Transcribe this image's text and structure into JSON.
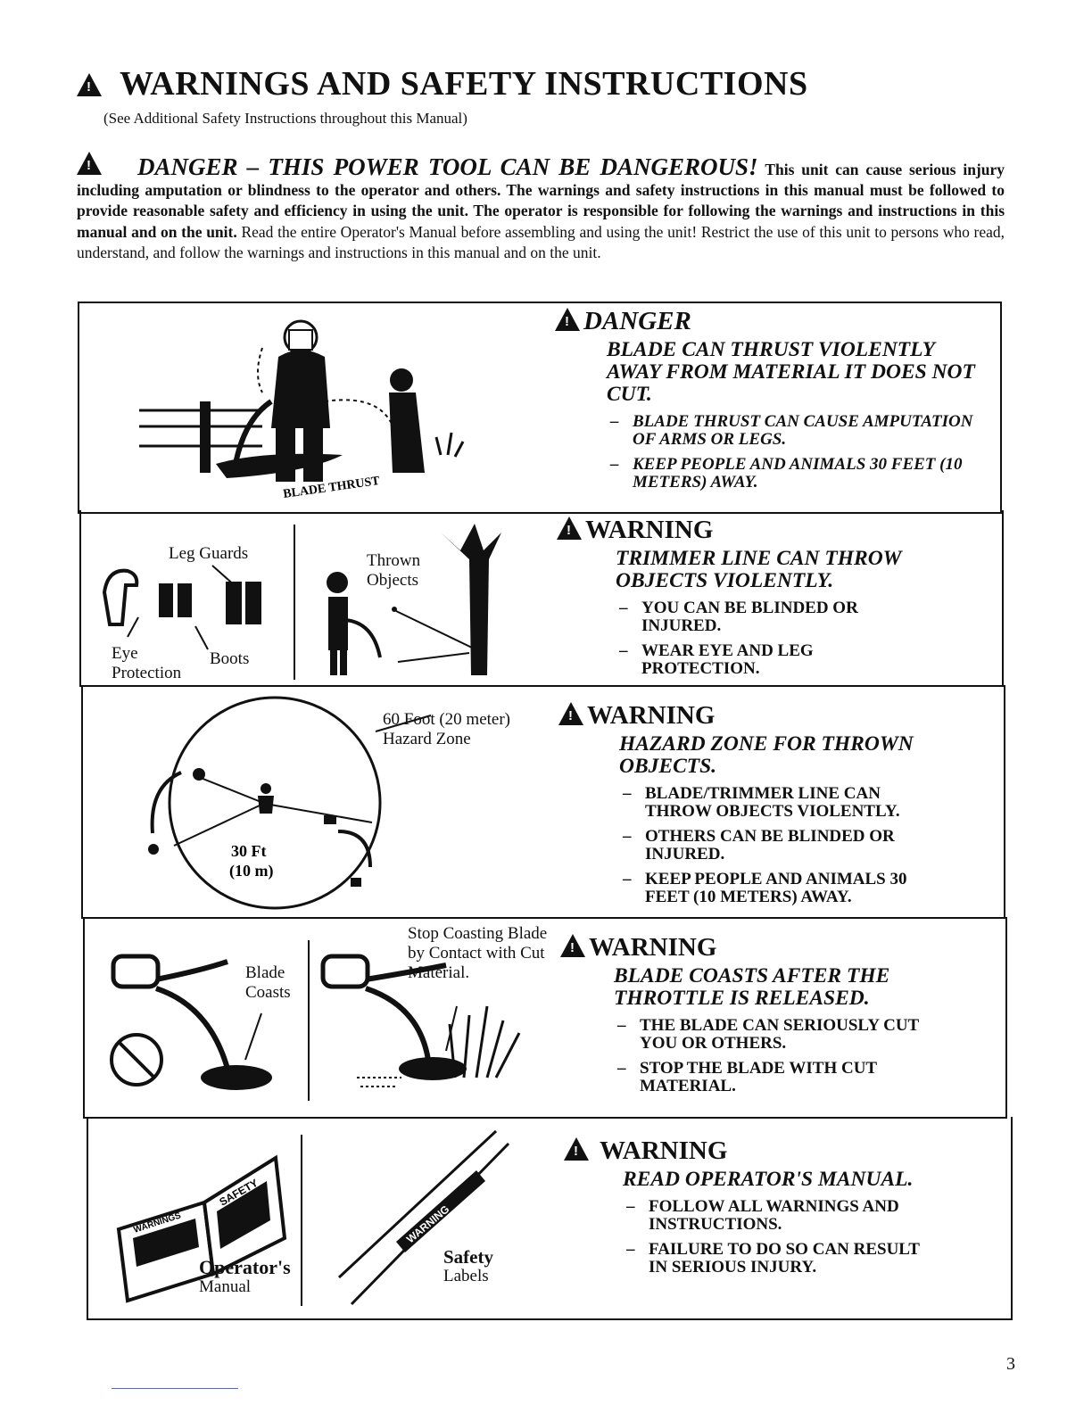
{
  "header": {
    "title": "WARNINGS AND SAFETY INSTRUCTIONS",
    "subtitle": "(See Additional Safety Instructions throughout this Manual)"
  },
  "intro": {
    "danger_heading": "DANGER – THIS POWER TOOL CAN BE DANGEROUS!",
    "bold_text": "This unit can cause serious injury including amputation or blindness to the operator and others. The warnings and safety instructions in this manual must be followed to provide reasonable safety and efficiency in using the unit. The operator is responsible for following the warnings and instructions in this manual and on the unit.",
    "normal_text": "Read the entire Operator's Manual before assembling and using the unit! Restrict the use of this unit to persons who read, understand, and follow the warnings and instructions in this manual and on the unit."
  },
  "panels": [
    {
      "heading": "DANGER",
      "subheading": "BLADE CAN THRUST VIOLENTLY AWAY FROM MATERIAL IT DOES NOT CUT.",
      "bullets": [
        "BLADE THRUST CAN CAUSE AMPUTATION OF ARMS OR LEGS.",
        "KEEP PEOPLE AND ANIMALS 30 FEET (10 METERS) AWAY."
      ],
      "labels": {
        "blade_thrust": "BLADE THRUST"
      }
    },
    {
      "heading": "WARNING",
      "subheading": "TRIMMER LINE CAN THROW OBJECTS VIOLENTLY.",
      "bullets": [
        "YOU CAN BE BLINDED OR INJURED.",
        "WEAR EYE AND LEG PROTECTION."
      ],
      "labels": {
        "leg_guards": "Leg Guards",
        "eye_protection": "Eye Protection",
        "boots": "Boots",
        "thrown_objects": "Thrown Objects"
      }
    },
    {
      "heading": "WARNING",
      "subheading": "HAZARD ZONE FOR THROWN OBJECTS.",
      "bullets": [
        "BLADE/TRIMMER LINE CAN THROW OBJECTS VIOLENTLY.",
        "OTHERS CAN BE BLINDED OR INJURED.",
        "KEEP PEOPLE AND ANIMALS 30 FEET (10 METERS) AWAY."
      ],
      "labels": {
        "hazard_zone": "60 Foot (20 meter) Hazard Zone",
        "radius_ft": "30 Ft",
        "radius_m": "(10 m)"
      }
    },
    {
      "heading": "WARNING",
      "subheading": "BLADE COASTS AFTER THE THROTTLE IS RELEASED.",
      "bullets": [
        "THE BLADE CAN SERIOUSLY CUT YOU OR OTHERS.",
        "STOP THE BLADE WITH CUT MATERIAL."
      ],
      "labels": {
        "blade_coasts": "Blade Coasts",
        "stop_coasting": "Stop Coasting Blade by Contact with Cut Material."
      }
    },
    {
      "heading": "WARNING",
      "subheading": "READ OPERATOR'S MANUAL.",
      "bullets": [
        "FOLLOW ALL WARNINGS AND INSTRUCTIONS.",
        "FAILURE TO DO SO CAN RESULT IN SERIOUS INJURY."
      ],
      "labels": {
        "operators": "Operator's",
        "manual": "Manual",
        "safety": "Safety",
        "labels_word": "Labels",
        "book_safety": "SAFETY",
        "book_warnings": "WARNINGS",
        "tube_warning": "WARNING"
      }
    }
  ],
  "page_number": "3"
}
